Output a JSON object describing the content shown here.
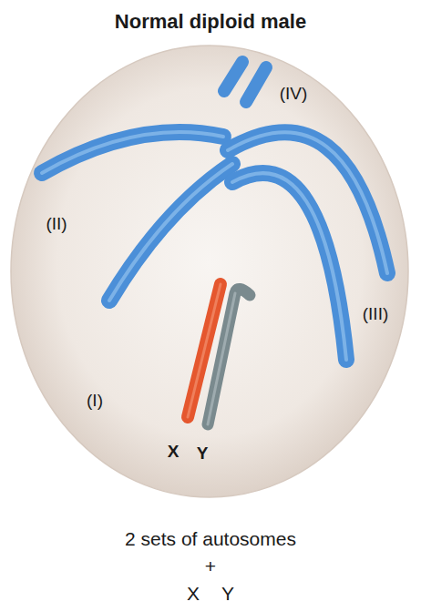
{
  "diagram": {
    "title": "Normal diploid male",
    "caption": "2 sets of autosomes",
    "labels": [
      "(IV)",
      "(II)",
      "(III)",
      "(I)",
      "X",
      "Y",
      "+",
      "X",
      "Y"
    ]
  }
}
